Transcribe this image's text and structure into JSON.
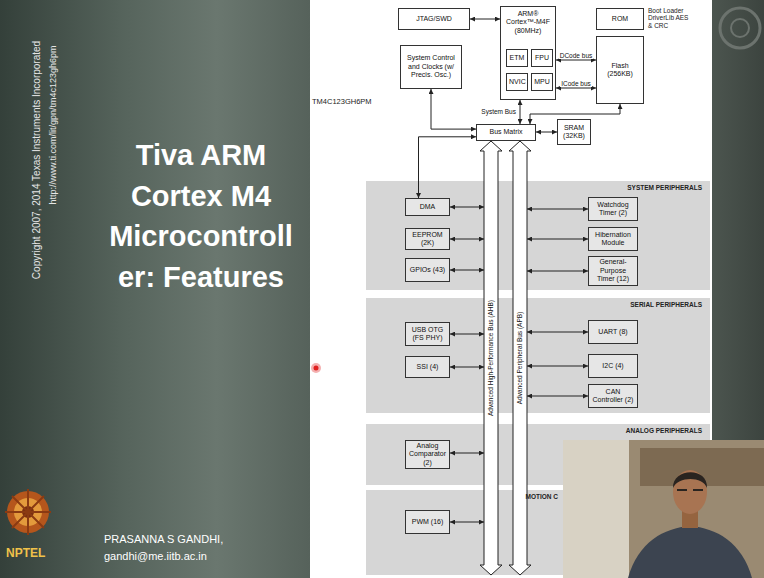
{
  "diagram": {
    "title": "Tiva ARM Cortex M4 Microcontroll er: Features",
    "nodes": [
      {
        "text": [
          "JTAG/SWD"
        ]
      },
      {
        "text": [
          "ARM® Cortex™-M4F (80MHz)"
        ]
      },
      {
        "text": [
          "ETM"
        ],
        "in": 1
      },
      {
        "text": [
          "FPU"
        ],
        "in": 1
      },
      {
        "text": [
          "NVIC"
        ],
        "in": 1
      },
      {
        "text": [
          "MPU"
        ],
        "in": 1
      },
      {
        "text": [
          "ROM"
        ]
      },
      {
        "text": [
          "Flash (256KB)"
        ]
      },
      {
        "text": [
          "System Control and Clocks (w/ Precis. Osc.)"
        ]
      },
      {
        "text": [
          "Bus Matrix"
        ]
      },
      {
        "text": [
          "SRAM (32KB)"
        ]
      },
      {
        "text": [
          "Advanced High-Performance Bus (AHB)"
        ]
      },
      {
        "text": [
          "Advanced Peripheral Bus (APB)"
        ]
      },
      {
        "text": [
          "SYSTEM PERIPHERALS"
        ]
      },
      {
        "text": [
          "DMA"
        ],
        "in": 13
      },
      {
        "text": [
          "EEPROM (2K)"
        ],
        "in": 13
      },
      {
        "text": [
          "GPIOs (43)"
        ],
        "in": 13
      },
      {
        "text": [
          "Watchdog Timer (2)"
        ],
        "in": 13
      },
      {
        "text": [
          "Hibernation Module"
        ],
        "in": 13
      },
      {
        "text": [
          "General-Purpose Timer (12)"
        ],
        "in": 13
      },
      {
        "text": [
          "SERIAL PERIPHERALS"
        ]
      },
      {
        "text": [
          "USB OTG (FS PHY)"
        ],
        "in": 20
      },
      {
        "text": [
          "SSI (4)"
        ],
        "in": 20
      },
      {
        "text": [
          "UART (8)"
        ],
        "in": 20
      },
      {
        "text": [
          "I2C (4)"
        ],
        "in": 20
      },
      {
        "text": [
          "CAN Controller (2)"
        ],
        "in": 20
      },
      {
        "text": [
          "ANALOG PERIPHERALS"
        ]
      },
      {
        "text": [
          "Analog Comparator (2)"
        ],
        "in": 26
      },
      {
        "text": [
          "MOTION C"
        ]
      },
      {
        "text": [
          "PWM (16)"
        ],
        "in": 28
      }
    ],
    "edges": [
      {
        "from": 0,
        "to": 1,
        "arrow": "both"
      },
      {
        "from": 1,
        "to": 7,
        "label": "DCode bus",
        "arrow": "both"
      },
      {
        "from": 1,
        "to": 7,
        "label": "ICode bus",
        "arrow": "both"
      },
      {
        "from": 1,
        "to": 9,
        "label": "System Bus",
        "arrow": "both"
      },
      {
        "from": 9,
        "to": 10,
        "arrow": "both"
      },
      {
        "from": 8,
        "to": 9,
        "arrow": "both"
      },
      {
        "from": 9,
        "to": 14,
        "arrow": "both"
      },
      {
        "from": 9,
        "to": 7,
        "arrow": "both"
      },
      {
        "from": 14,
        "to": 11,
        "arrow": "both"
      },
      {
        "from": 15,
        "to": 11,
        "arrow": "both"
      },
      {
        "from": 16,
        "to": 11,
        "arrow": "both"
      },
      {
        "from": 17,
        "to": 12,
        "arrow": "both"
      },
      {
        "from": 18,
        "to": 12,
        "arrow": "both"
      },
      {
        "from": 19,
        "to": 12,
        "arrow": "both"
      },
      {
        "from": 21,
        "to": 11,
        "arrow": "both"
      },
      {
        "from": 22,
        "to": 11,
        "arrow": "both"
      },
      {
        "from": 23,
        "to": 12,
        "arrow": "both"
      },
      {
        "from": 24,
        "to": 12,
        "arrow": "both"
      },
      {
        "from": 25,
        "to": 12,
        "arrow": "both"
      },
      {
        "from": 27,
        "to": 11,
        "arrow": "both"
      },
      {
        "from": 29,
        "to": 11,
        "arrow": "both"
      }
    ],
    "labels": [
      "Copyright 2007, 2014 Texas Instruments Incorporated",
      "http://www.ti.com/lit/gpn/tm4c123gh6pm",
      "TM4C123GH6PM",
      "Boot Loader DriverLib AES & CRC",
      "NPTEL",
      "PRASANNA S GANDHI,",
      "gandhi@me.iitb.ac.in"
    ]
  }
}
